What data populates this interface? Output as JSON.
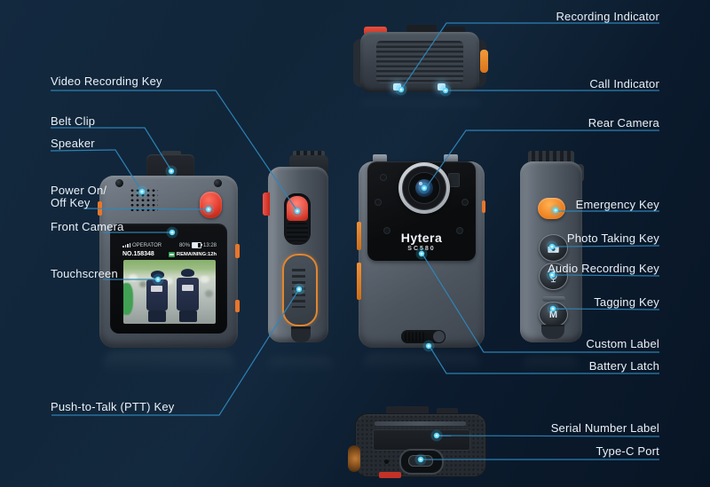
{
  "device": {
    "brand": "Hytera",
    "model": "SC580",
    "tagging_key_label": "M"
  },
  "screen": {
    "operator": "OPERATOR",
    "unit_id": "NO.158348",
    "battery_percent": "80%",
    "time": "13:28",
    "remaining": "REMAINING:12h"
  },
  "callouts": {
    "left": [
      {
        "label": "Video Recording Key"
      },
      {
        "label": "Belt Clip"
      },
      {
        "label": "Speaker"
      },
      {
        "label": "Power On/",
        "label2": "Off Key"
      },
      {
        "label": "Front Camera"
      },
      {
        "label": "Touchscreen"
      },
      {
        "label": "Push-to-Talk (PTT) Key"
      }
    ],
    "right": [
      {
        "label": "Recording Indicator"
      },
      {
        "label": "Call Indicator"
      },
      {
        "label": "Rear Camera"
      },
      {
        "label": "Emergency Key"
      },
      {
        "label": "Photo Taking Key"
      },
      {
        "label": "Audio Recording Key"
      },
      {
        "label": "Tagging Key"
      },
      {
        "label": "Custom Label"
      },
      {
        "label": "Battery Latch"
      },
      {
        "label": "Serial Number Label"
      },
      {
        "label": "Type-C Port"
      }
    ]
  },
  "colors": {
    "background": "#0e2235",
    "label_text": "#eaf1f8",
    "leader_line": "#2e86ba",
    "marker_dot": "#5fd9ff",
    "record_red": "#d93a2b",
    "accent_orange": "#ee8224"
  }
}
